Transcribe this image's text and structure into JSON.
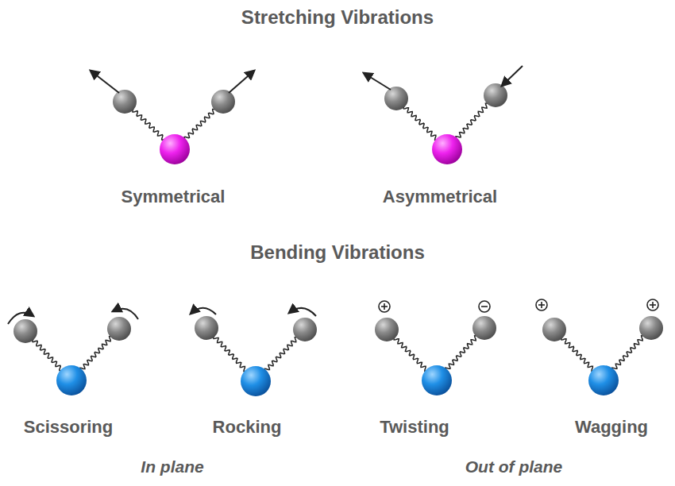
{
  "diagram": {
    "labels": [
      "Stretching Vibrations",
      "Symmetrical",
      "Asymmetrical",
      "Bending Vibrations",
      "Scissoring",
      "Rocking",
      "Twisting",
      "Wagging",
      "In plane",
      "Out of plane"
    ]
  }
}
